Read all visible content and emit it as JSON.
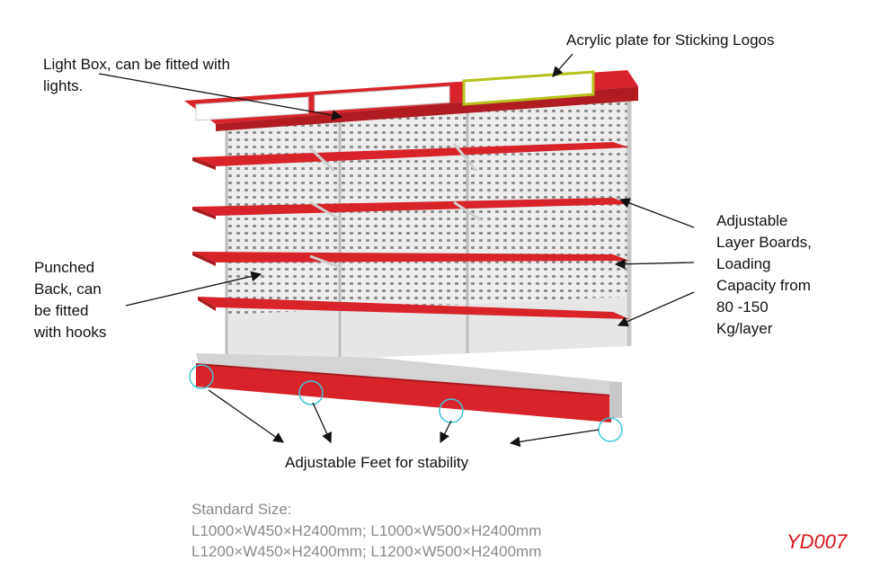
{
  "labels": {
    "acrylic": "Acrylic plate for Sticking Logos",
    "lightbox_line1": "Light Box, can be fitted with",
    "lightbox_line2": "lights.",
    "adjustable_lines": [
      "Adjustable",
      "Layer Boards,",
      "Loading",
      "Capacity from",
      "80 -150",
      "Kg/layer"
    ],
    "punched_lines": [
      "Punched",
      "Back, can",
      "be fitted",
      "with hooks"
    ],
    "feet": "Adjustable Feet for stability"
  },
  "spec": {
    "heading": "Standard Size:",
    "line1": "L1000×W450×H2400mm; L1000×W500×H2400mm",
    "line2": "L1200×W450×H2400mm; L1200×W500×H2400mm"
  },
  "model_code": "YD007",
  "colors": {
    "shelf_red": "#d8232a",
    "panel_gray": "#e9e9e9",
    "highlight_frame": "#b6c21a",
    "callout_ring": "#3fc6d8",
    "model_text": "#d6121b"
  }
}
